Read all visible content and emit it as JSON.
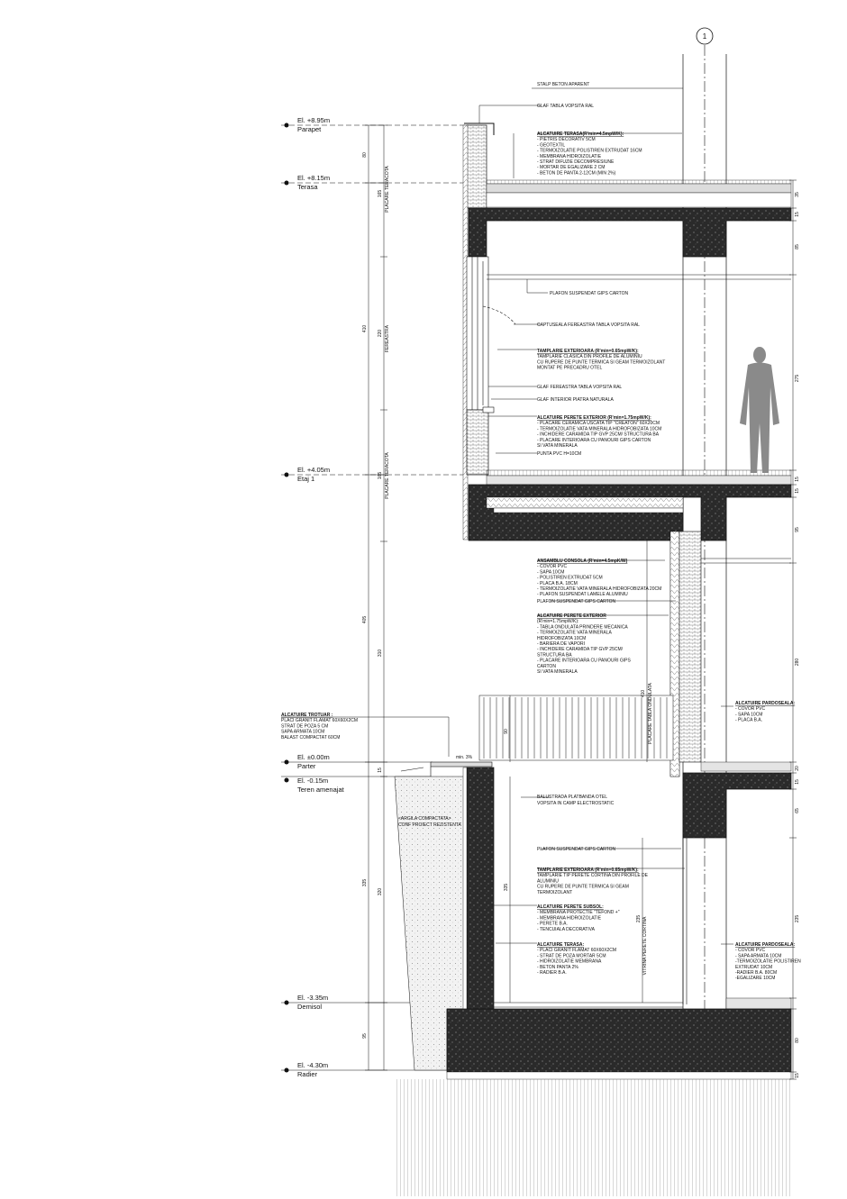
{
  "axis_marker": "1",
  "levels": [
    {
      "id": "parapet",
      "elevation": "El. +8.95m",
      "name": "Parapet"
    },
    {
      "id": "terasa",
      "elevation": "El. +8.15m",
      "name": "Terasa"
    },
    {
      "id": "etaj1",
      "elevation": "El. +4.05m",
      "name": "Etaj 1"
    },
    {
      "id": "parter",
      "elevation": "El. ±0.00m",
      "name": "Parter"
    },
    {
      "id": "teren",
      "elevation": "El. -0.15m",
      "name": "Teren amenajat"
    },
    {
      "id": "demisol",
      "elevation": "El. -3.35m",
      "name": "Demisol"
    },
    {
      "id": "radier",
      "elevation": "El. -4.30m",
      "name": "Radier"
    }
  ],
  "callouts": {
    "stalp": "STALP BETON APARENT",
    "glaf_tabla": "GLAF TABLA VOPSITA RAL",
    "plafon_gips_1": "PLAFON SUSPENDAT GIPS CARTON",
    "captuseala": "CAPTUSEALA FEREASTRA TABLA VOPSITA RAL",
    "glaf_fereastra": "GLAF FEREASTRA TABLA VOPSITA RAL",
    "glaf_interior": "GLAF INTERIOR PIATRA NATURALA",
    "punta": "PUNTA PVC H=10CM",
    "plafon_lamele": "PLAFON SUSPENDAT LAMELE ALUMINIU",
    "plafon_gips_2": "PLAFON SUSPENDAT GIPS CARTON",
    "plafon_gips_3": "PLAFON SUSPENDAT GIPS CARTON",
    "balustrada": [
      "BALUSTRADA PLATBANDA OTEL",
      "VOPSITA IN CAMP ELECTROSTATIC"
    ],
    "argila": [
      "<ARGILA COMPACTATA>",
      "CONF PROIECT REZISTENTA"
    ],
    "min_slope": "min. 3%"
  },
  "notes": {
    "terasa": {
      "title": "ALCATUIRE TERASA(R'min=4.5mpW/K):",
      "lines": [
        "- PIETRIS DECORATIV 5CM",
        "- GEOTEXTIL",
        "- TERMOIZOLATIE POLISTIREN EXTRUDAT 16CM",
        "- MEMBRANA HIDROIZOLATIE",
        "- STRAT DIFUZIE DECOMPRESIUNE",
        "- MORTAR DE EGALIZARE 2 CM",
        "- BETON DE PANTA 2-12CM (MIN 2%)"
      ]
    },
    "tamplarie1": {
      "title": "TAMPLARIE EXTERIOARA (R'min=0.65mpW/K):",
      "lines": [
        "TAMPLARIE  CLASICA DIN PROFILE DE ALUMINIU",
        "CU RUPERE DE PUNTE TERMICA SI GEAM TERMOIZOLANT",
        "MONTAT PE PRECADRU OTEL"
      ]
    },
    "perete1": {
      "title": "ALCATUIRE PERETE EXTERIOR (R'min=1.75mpW/K):",
      "lines": [
        "- PLACARE CERAMICA USCATA TIP \"CREATON\" 60X20CM",
        "- TERMOIZOLATIE VATA MINERALA HIDROFOBIZATA 10CM",
        "- INCHIDERE CARAMIDA TIP GVP 25CM/ STRUCTURA BA",
        "- PLACARE INTERIOARA CU PANOURI GIPS CARTON",
        "  SI VATA MINERALA"
      ]
    },
    "consola": {
      "title": "ANSAMBLU CONSOLA (R'min=4.5mpK/W)",
      "lines": [
        "- COVOR PVC",
        "- SAPA 10CM",
        "- POLISTIREN EXTRUDAT 5CM",
        "- PLACA B.A. 18CM",
        "- TERMOIZOLATIE VATA MINERALA HIDROFOBIZATA 20CM",
        "- PLAFON SUSPENDAT LAMELE ALUMINIU"
      ]
    },
    "perete2": {
      "title": "ALCATUIRE PERETE EXTERIOR",
      "lines": [
        "(R'min=1.75mpW/K):",
        "- TABLA ONDULATA PRINDERE MECANICA",
        "- TERMOIZOLATIE VATA MINERALA",
        "HIDROFOBIZATA 10CM",
        "- BARIERA DE VAPORI",
        "- INCHIDERE CARAMIDA TIP GVP 25CM/",
        "STRUCTURA BA",
        "- PLACARE INTERIOARA CU PANOURI GIPS",
        "CARTON",
        "SI VATA MINERALA"
      ]
    },
    "trotuar": {
      "title": "ALCATUIRE TROTUAR :",
      "lines": [
        "PLACI GRANIT FLAMAT 60X60X2CM",
        "STRAT DE POZA 5 CM",
        "SAPA ARMATA 10CM",
        "BALAST COMPACTAT 60CM"
      ]
    },
    "pardoseala1": {
      "title": "ALCATUIRE PARDOSEALA:",
      "lines": [
        "- COVOR PVC",
        "- SAPA 10CM",
        "- PLACA B.A."
      ]
    },
    "tamplarie2": {
      "title": "TAMPLARIE EXTERIOARA (R'min=0.65mpW/K):",
      "lines": [
        "TAMPLARIE  TIP PERETE CORTINA DIN PROFILE DE",
        "ALUMINIU",
        "CU RUPERE DE PUNTE TERMICA SI GEAM",
        "TERMOIZOLANT"
      ]
    },
    "subsol": {
      "title": "ALCATUIRE PERETE SUBSOL:",
      "lines": [
        "- MEMBRANA PROTECTIE \"TEFOND +\"",
        "- MEMBRANA HIDROIZOLATIE",
        "- PERETE B.A.",
        "- TENCUIALA DECORATIVA"
      ]
    },
    "terasa2": {
      "title": "ALCATUIRE TERASA:",
      "lines": [
        "- PLACI GRANIT FLAMAT 60X60X2CM",
        "- STRAT DE POZA MORTAR  5CM",
        "- HIDROIZOLATIE MEMBRANA",
        "- BETON PANTA 2%",
        "- RADIER B.A."
      ]
    },
    "pardoseala2": {
      "title": "ALCATUIRE PARDOSEALA:",
      "lines": [
        "- COVOR PVC",
        "- SAPA ARMATA 10CM",
        "-TERMOIZOLATIE POLISTIREN",
        "EXTRUDAT 10CM",
        "-RADIER B.A. 80CM",
        "-EGALIZARE 10CM"
      ]
    }
  },
  "vertical_labels": {
    "placare_terracota_1": "PLACARE TERACOTA",
    "fereastra": "FEREASTRA",
    "placare_terracota_2": "PLACARE TERACOTA",
    "tabla_ondulata": "PLACARE TABLA ONDULATA",
    "vitrina": "VITRINA PERETE CORTINA"
  },
  "dimensions": {
    "left_outer": [
      "80",
      "410",
      "405",
      "335",
      "95"
    ],
    "left_inner": [
      "165",
      "220",
      "165",
      "310",
      "15",
      "320"
    ],
    "center": [
      "410",
      "90",
      "335",
      "235"
    ],
    "right": [
      "35",
      "15",
      "85",
      "275",
      "15",
      "15",
      "95",
      "280",
      "20",
      "15",
      "65",
      "235",
      "80",
      "15"
    ]
  },
  "colors": {
    "line": "#111111",
    "concrete": "#2b2b2b",
    "soil": "#e8e8e8",
    "figure": "#8a8a8a"
  }
}
